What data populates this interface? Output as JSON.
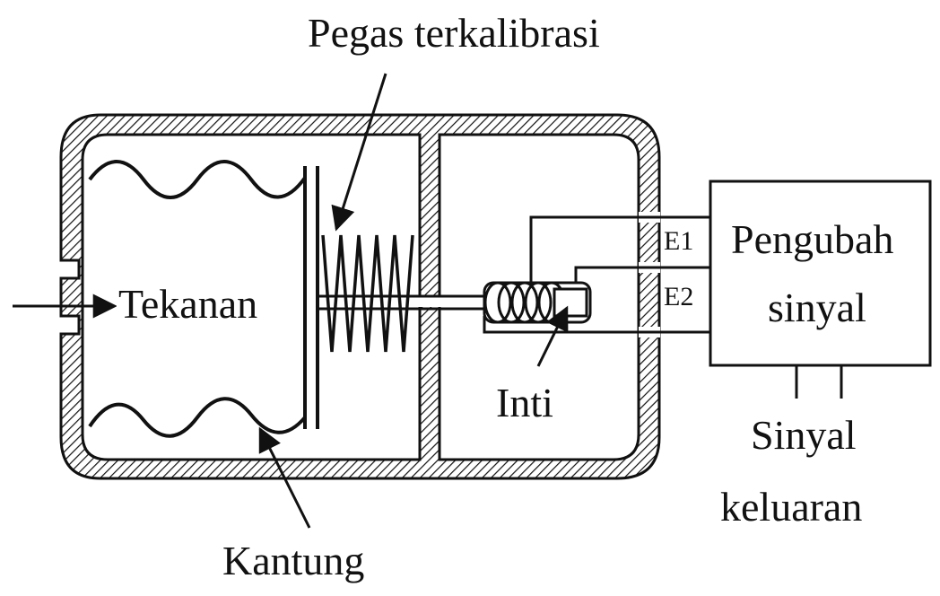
{
  "labels": {
    "spring": "Pegas terkalibrasi",
    "pressure": "Tekanan",
    "bag": "Kantung",
    "core": "Inti",
    "e1": "E1",
    "e2": "E2",
    "converter_line1": "Pengubah",
    "converter_line2": "sinyal",
    "output_line1": "Sinyal",
    "output_line2": "keluaran"
  },
  "colors": {
    "ink": "#111111",
    "background": "#ffffff"
  }
}
